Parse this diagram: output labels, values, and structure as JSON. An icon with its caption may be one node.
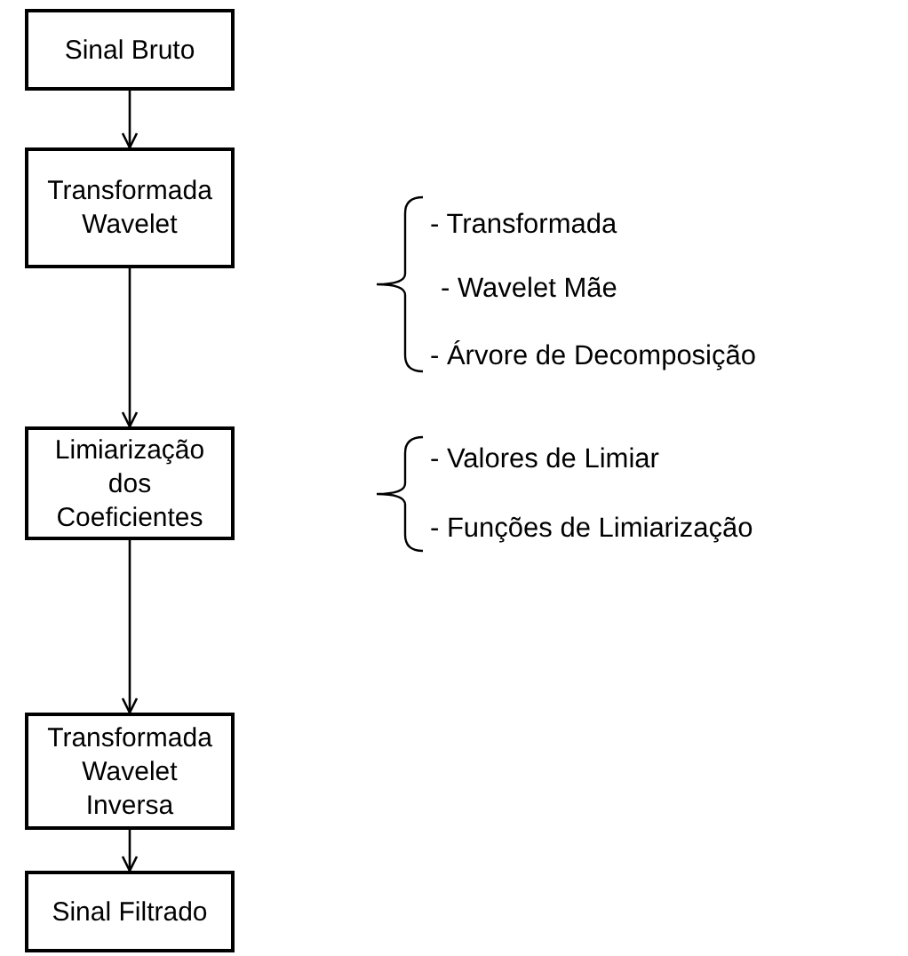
{
  "diagram": {
    "nodes": [
      {
        "text": [
          "Sinal Bruto"
        ]
      },
      {
        "text": [
          "Transformada Wavelet"
        ],
        "beside": [
          "- Transformada",
          "- Wavelet Mãe",
          "- Árvore de Decomposição"
        ]
      },
      {
        "text": [
          "Limiarização dos Coeficientes"
        ],
        "beside": [
          "- Valores de Limiar",
          "- Funções de Limiarização"
        ]
      },
      {
        "text": [
          "Transformada Wavelet Inversa"
        ]
      },
      {
        "text": [
          "Sinal Filtrado"
        ]
      }
    ],
    "edges": [
      {
        "from": 0,
        "to": 1,
        "arrow": "to"
      },
      {
        "from": 1,
        "to": 2,
        "arrow": "to"
      },
      {
        "from": 2,
        "to": 3,
        "arrow": "to"
      },
      {
        "from": 3,
        "to": 4,
        "arrow": "to"
      }
    ]
  }
}
